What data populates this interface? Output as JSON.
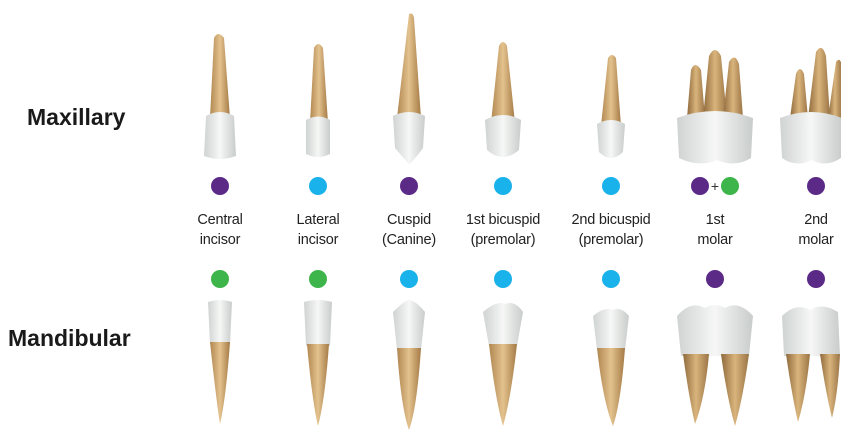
{
  "rows": {
    "maxillary": "Maxillary",
    "mandibular": "Mandibular"
  },
  "colors": {
    "purple": "#5b2a86",
    "cyan": "#1ab2ea",
    "green": "#3db54a",
    "root": "#c9a472",
    "crown": "#eef0ee"
  },
  "teeth": [
    {
      "line1": "Central",
      "line2": "incisor",
      "upper": [
        "purple"
      ],
      "lower": [
        "green"
      ]
    },
    {
      "line1": "Lateral",
      "line2": "incisor",
      "upper": [
        "cyan"
      ],
      "lower": [
        "green"
      ]
    },
    {
      "line1": "Cuspid",
      "line2": "(Canine)",
      "upper": [
        "purple"
      ],
      "lower": [
        "cyan"
      ]
    },
    {
      "line1": "1st bicuspid",
      "line2": "(premolar)",
      "upper": [
        "cyan"
      ],
      "lower": [
        "cyan"
      ]
    },
    {
      "line1": "2nd bicuspid",
      "line2": "(premolar)",
      "upper": [
        "cyan"
      ],
      "lower": [
        "cyan"
      ]
    },
    {
      "line1": "1st",
      "line2": "molar",
      "upper": [
        "purple",
        "green"
      ],
      "lower": [
        "purple"
      ]
    },
    {
      "line1": "2nd",
      "line2": "molar",
      "upper": [
        "purple"
      ],
      "lower": [
        "purple"
      ]
    }
  ],
  "plus_sign": "+"
}
